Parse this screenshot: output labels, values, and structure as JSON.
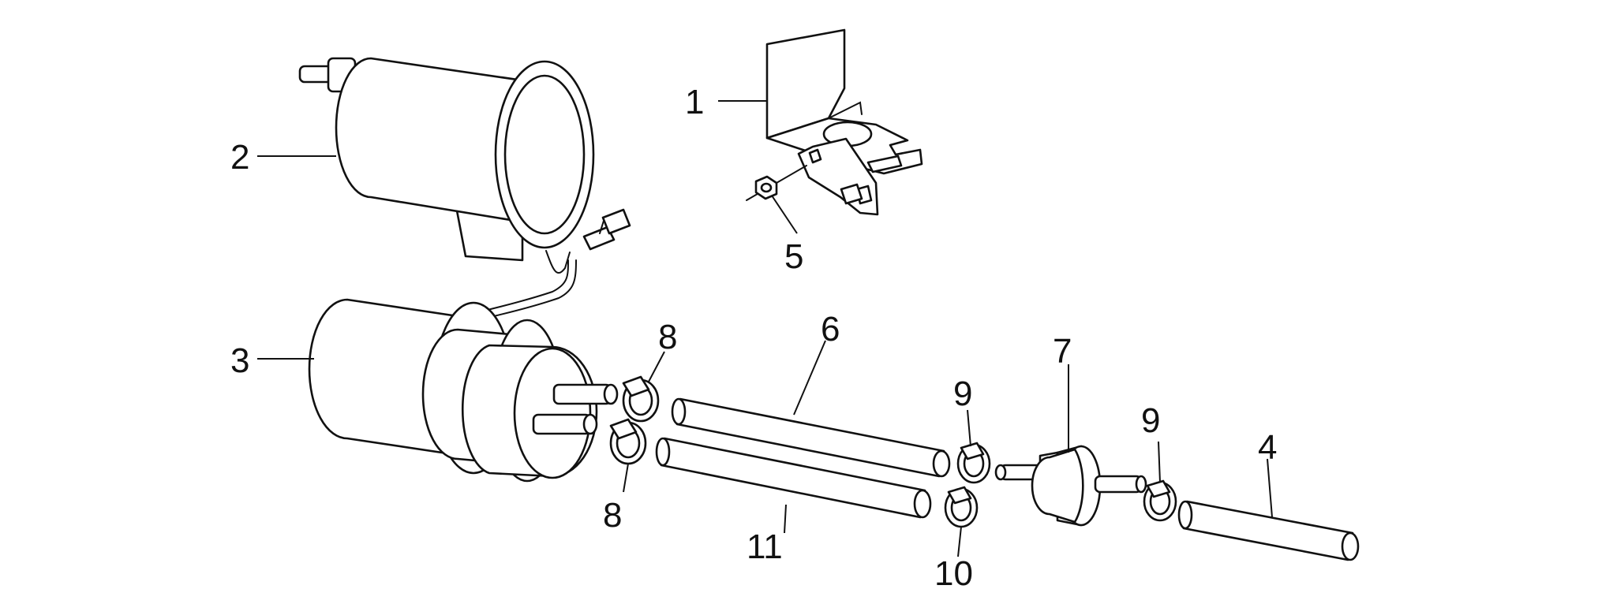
{
  "callouts": {
    "c1": "1",
    "c2": "2",
    "c3": "3",
    "c4": "4",
    "c5": "5",
    "c6": "6",
    "c7": "7",
    "c8a": "8",
    "c8b": "8",
    "c9a": "9",
    "c9b": "9",
    "c10": "10",
    "c11": "11"
  }
}
